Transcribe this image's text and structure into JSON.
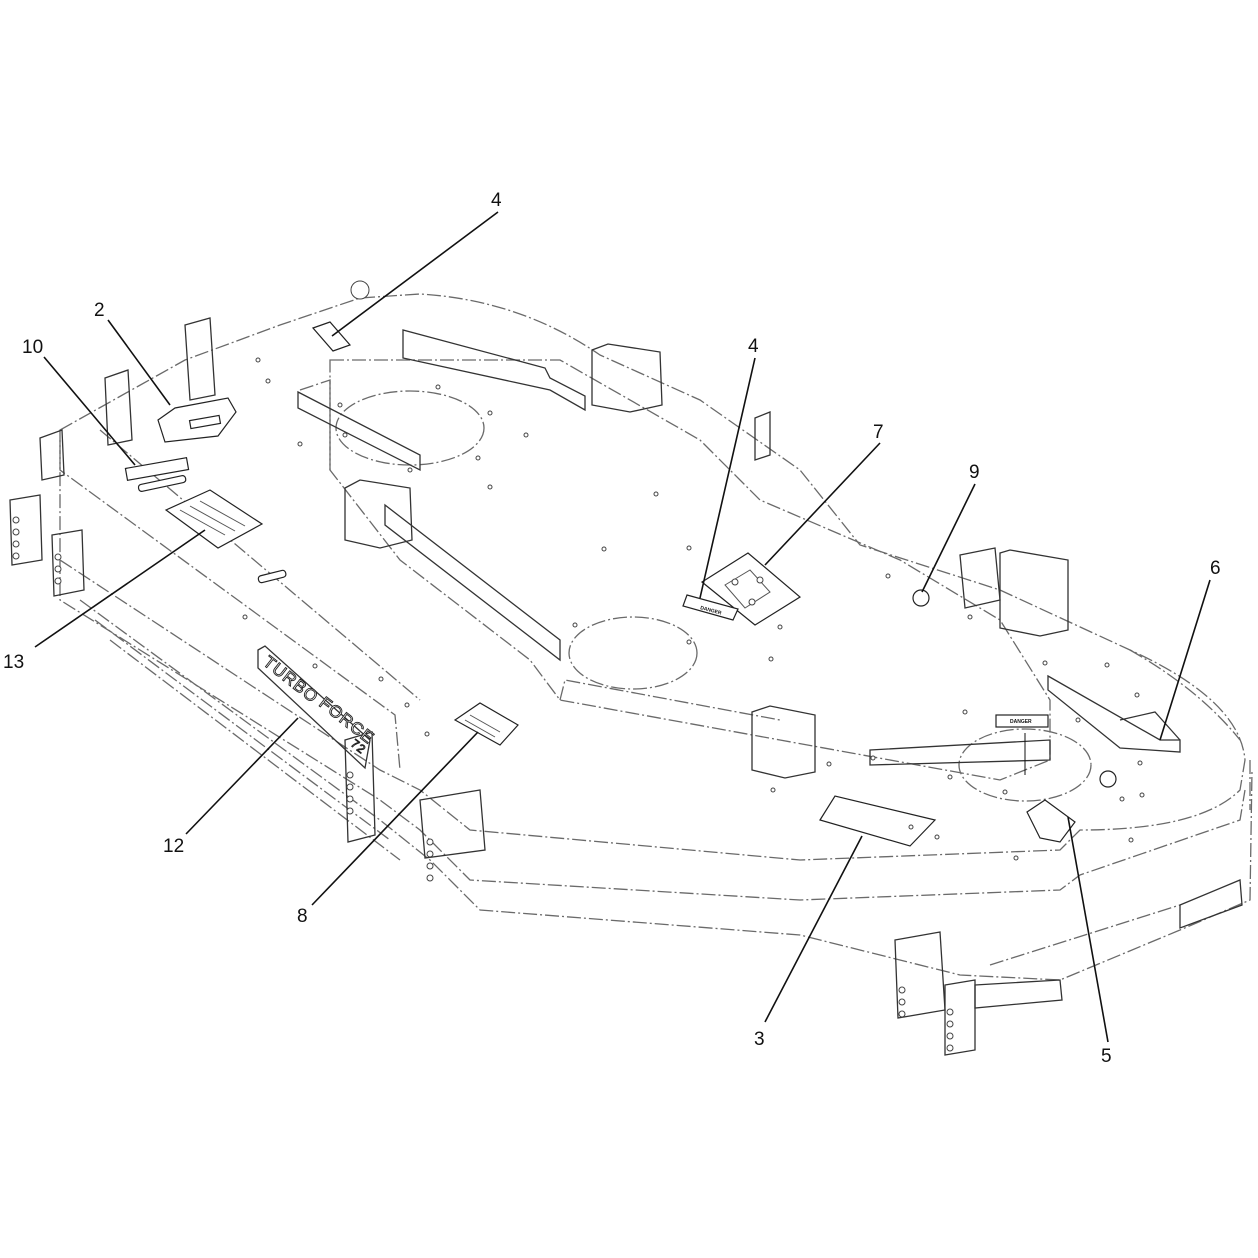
{
  "callouts": [
    {
      "id": "c1",
      "label": "4"
    },
    {
      "id": "c2",
      "label": "2"
    },
    {
      "id": "c3",
      "label": "10"
    },
    {
      "id": "c4",
      "label": "4"
    },
    {
      "id": "c5",
      "label": "7"
    },
    {
      "id": "c6",
      "label": "9"
    },
    {
      "id": "c7",
      "label": "6"
    },
    {
      "id": "c8",
      "label": "13"
    },
    {
      "id": "c9",
      "label": "12"
    },
    {
      "id": "c10",
      "label": "8"
    },
    {
      "id": "c11",
      "label": "3"
    },
    {
      "id": "c12",
      "label": "5"
    }
  ],
  "decals": {
    "danger": "DANGER",
    "brand_line1": "TURBO",
    "brand_line2": "FORCE",
    "brand_size": "72"
  }
}
